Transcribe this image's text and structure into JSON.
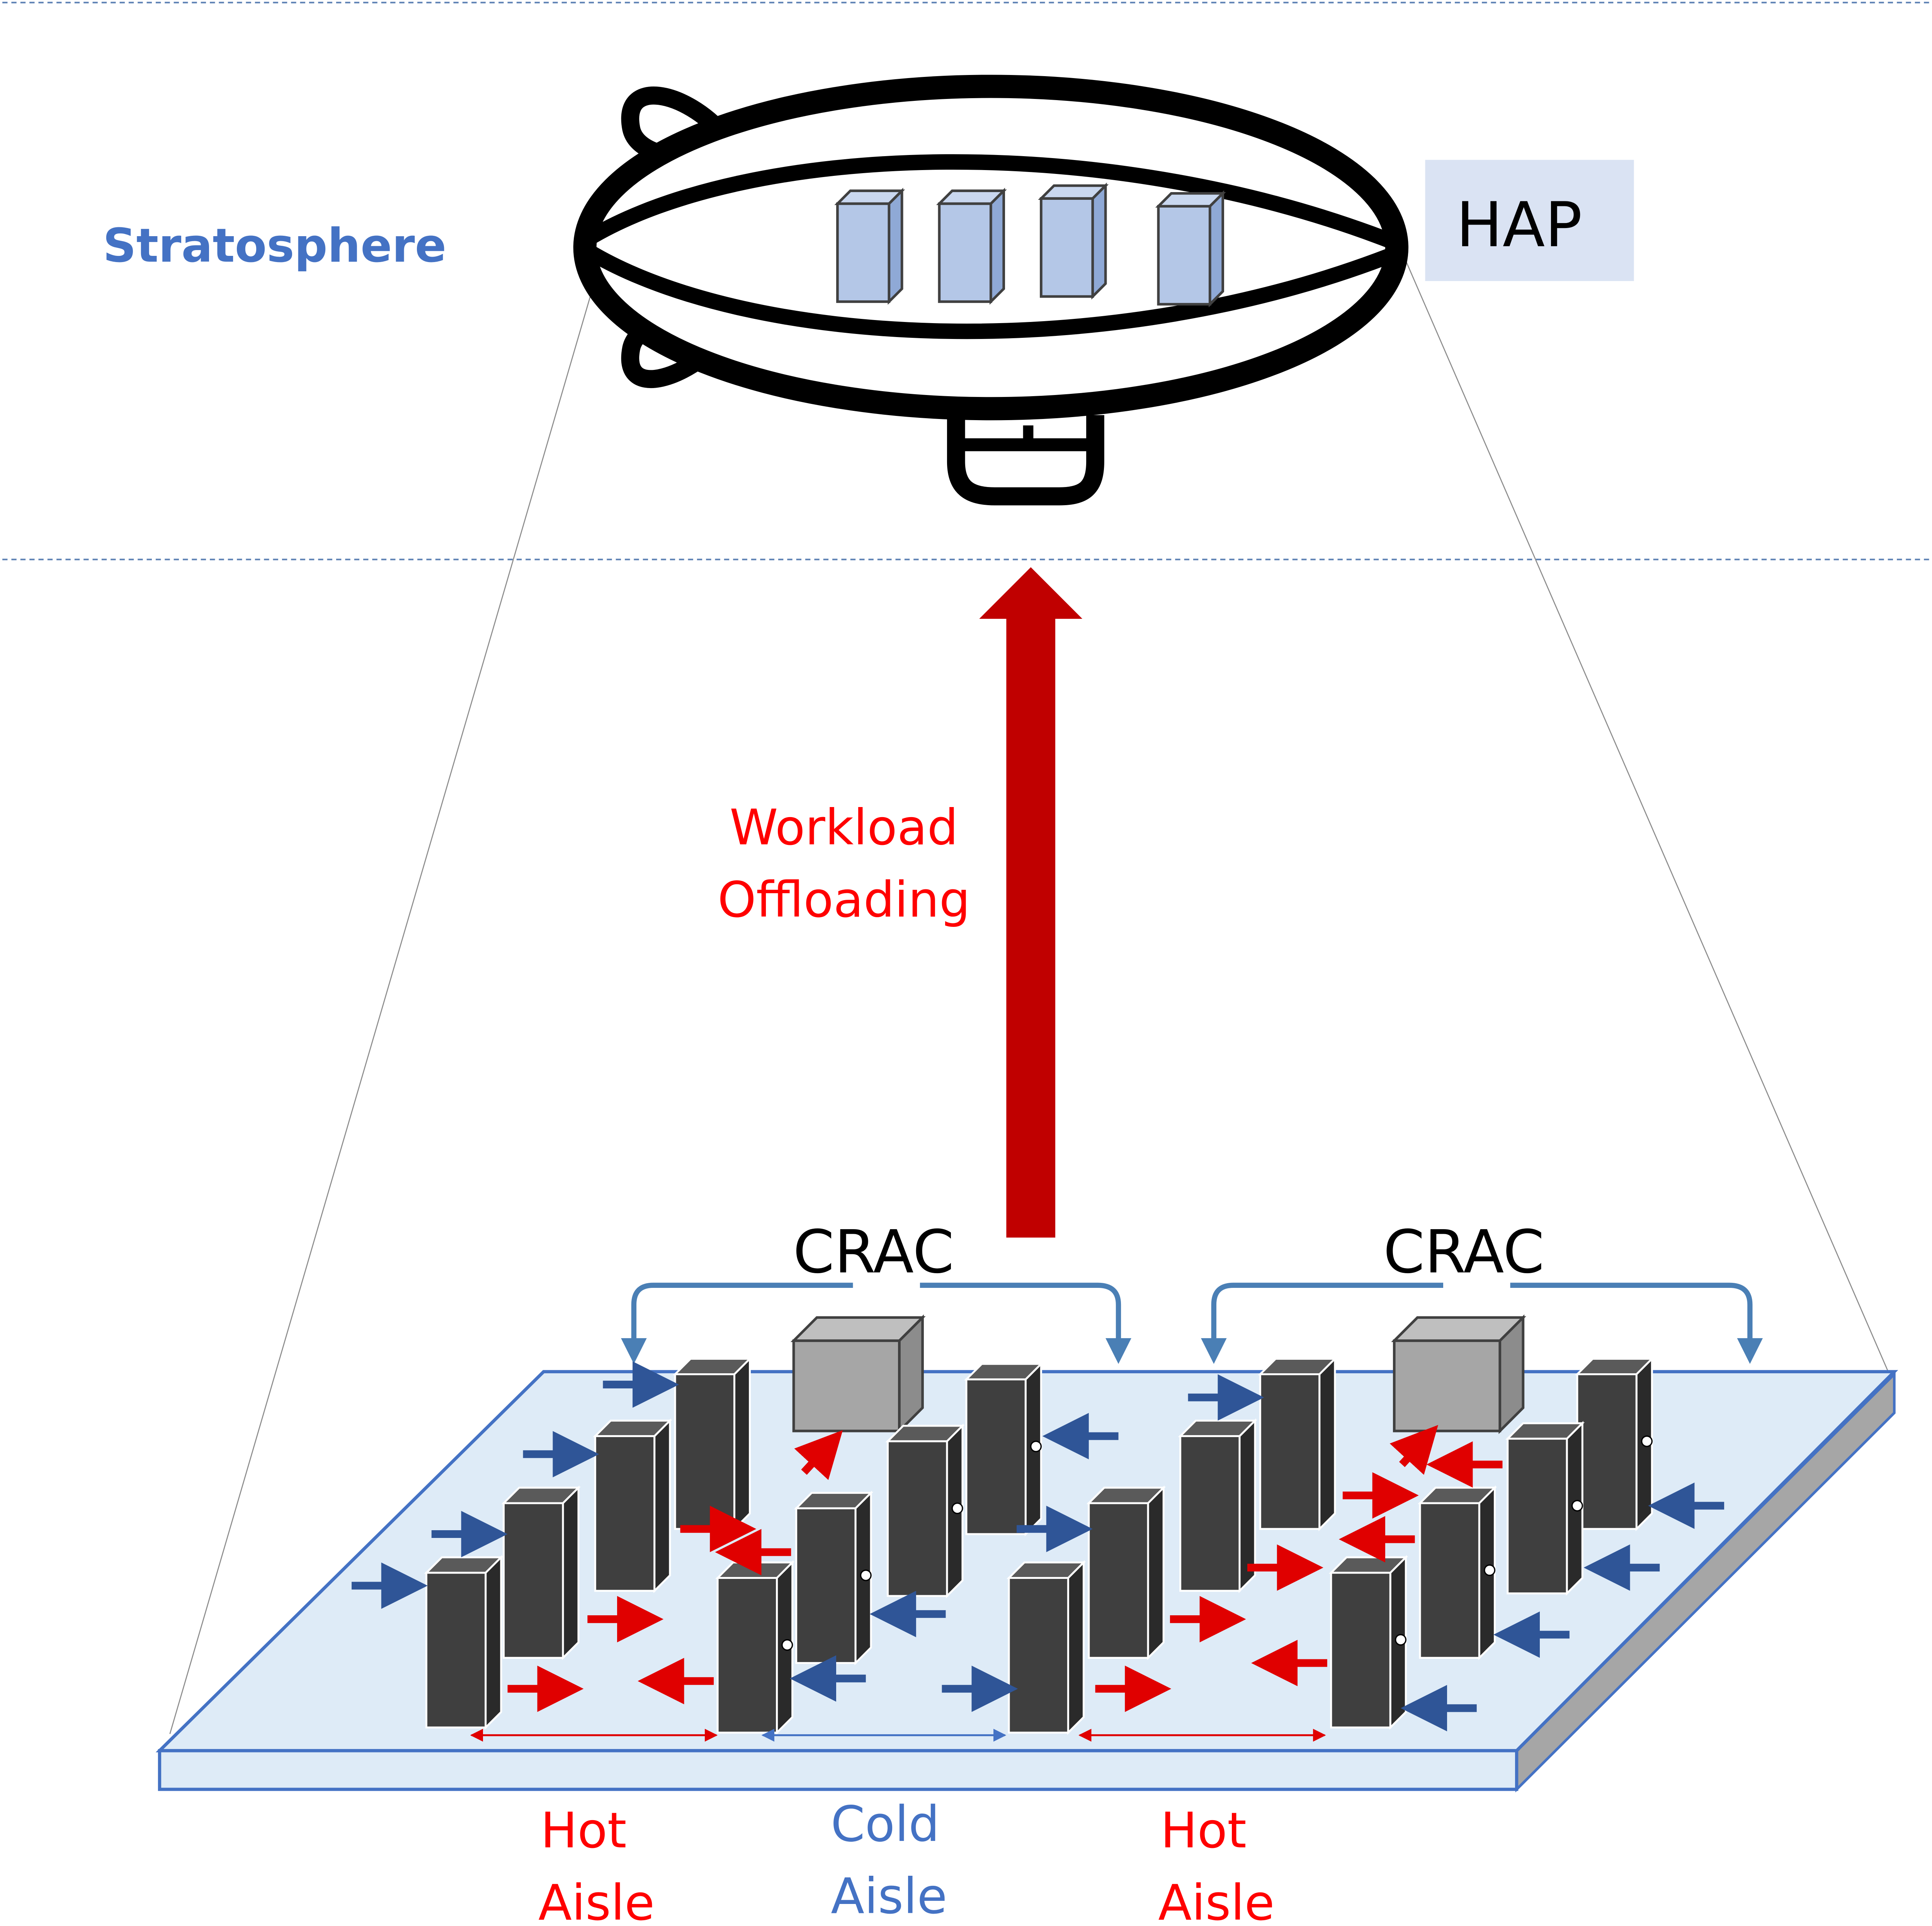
{
  "labels": {
    "stratosphere": "Stratosphere",
    "hap": "HAP",
    "workload_line1": "Workload",
    "workload_line2": "Offloading",
    "crac_left": "CRAC",
    "crac_right": "CRAC",
    "hot_aisle_left_line1": "Hot",
    "hot_aisle_left_line2": "Aisle",
    "cold_aisle_line1": "Cold",
    "cold_aisle_line2": "Aisle",
    "hot_aisle_right_line1": "Hot",
    "hot_aisle_right_line2": "Aisle"
  },
  "colors": {
    "blue_text": "#4472c4",
    "red_text": "#ff0000",
    "dark_red_arrow": "#c00000",
    "airflow_blue": "#2f5597",
    "airflow_red": "#e00000",
    "crac_pipe": "#4a7fb5",
    "floor_fill": "#deebf7",
    "floor_edge": "#4472c4",
    "server_dark": "#3f3f3f",
    "server_box_blue": "#b4c7e7",
    "crac_unit_gray": "#a6a6a6",
    "hap_label_bg": "#dae3f3",
    "dashed_line": "#5b7fb3"
  },
  "icons": {
    "airship": "airship-icon",
    "server_rack": "server-rack-icon",
    "crac_unit": "crac-unit-icon"
  }
}
